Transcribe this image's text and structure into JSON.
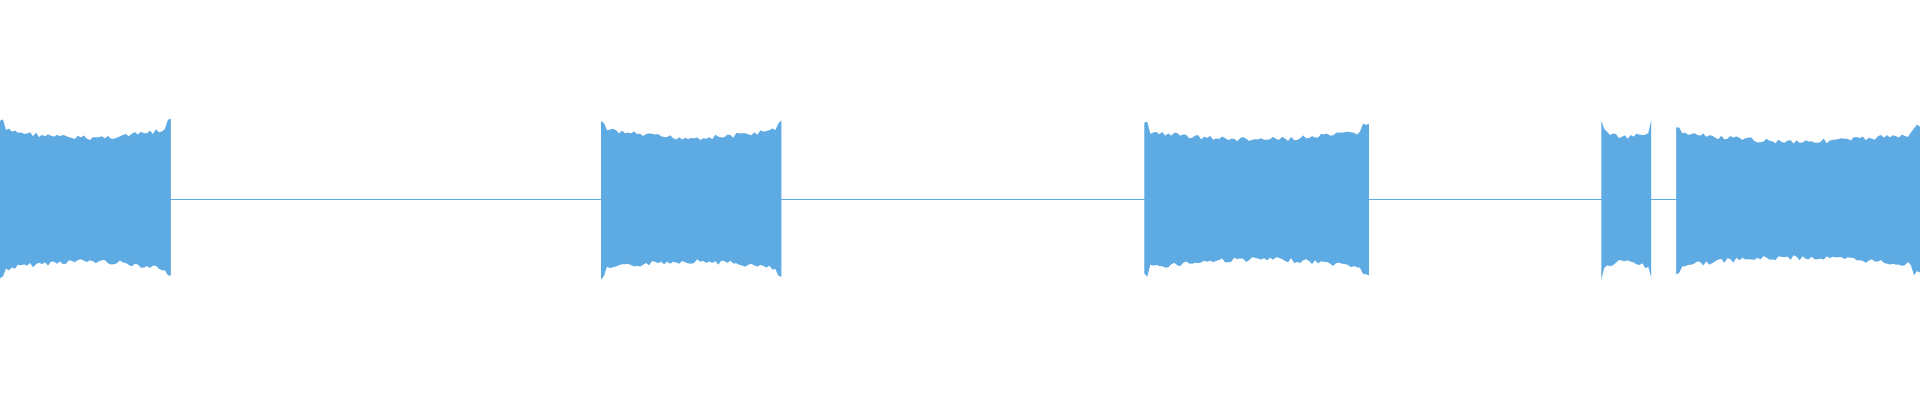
{
  "waveform": {
    "color": "#5eaae2",
    "background": "#ffffff",
    "duration_fraction_total": 1.0,
    "segments": [
      {
        "start": 0.0,
        "end": 0.089,
        "amplitude": 0.7
      },
      {
        "start": 0.313,
        "end": 0.407,
        "amplitude": 0.7
      },
      {
        "start": 0.596,
        "end": 0.713,
        "amplitude": 0.68
      },
      {
        "start": 0.834,
        "end": 0.86,
        "amplitude": 0.7
      },
      {
        "start": 0.873,
        "end": 1.0,
        "amplitude": 0.66
      }
    ]
  }
}
